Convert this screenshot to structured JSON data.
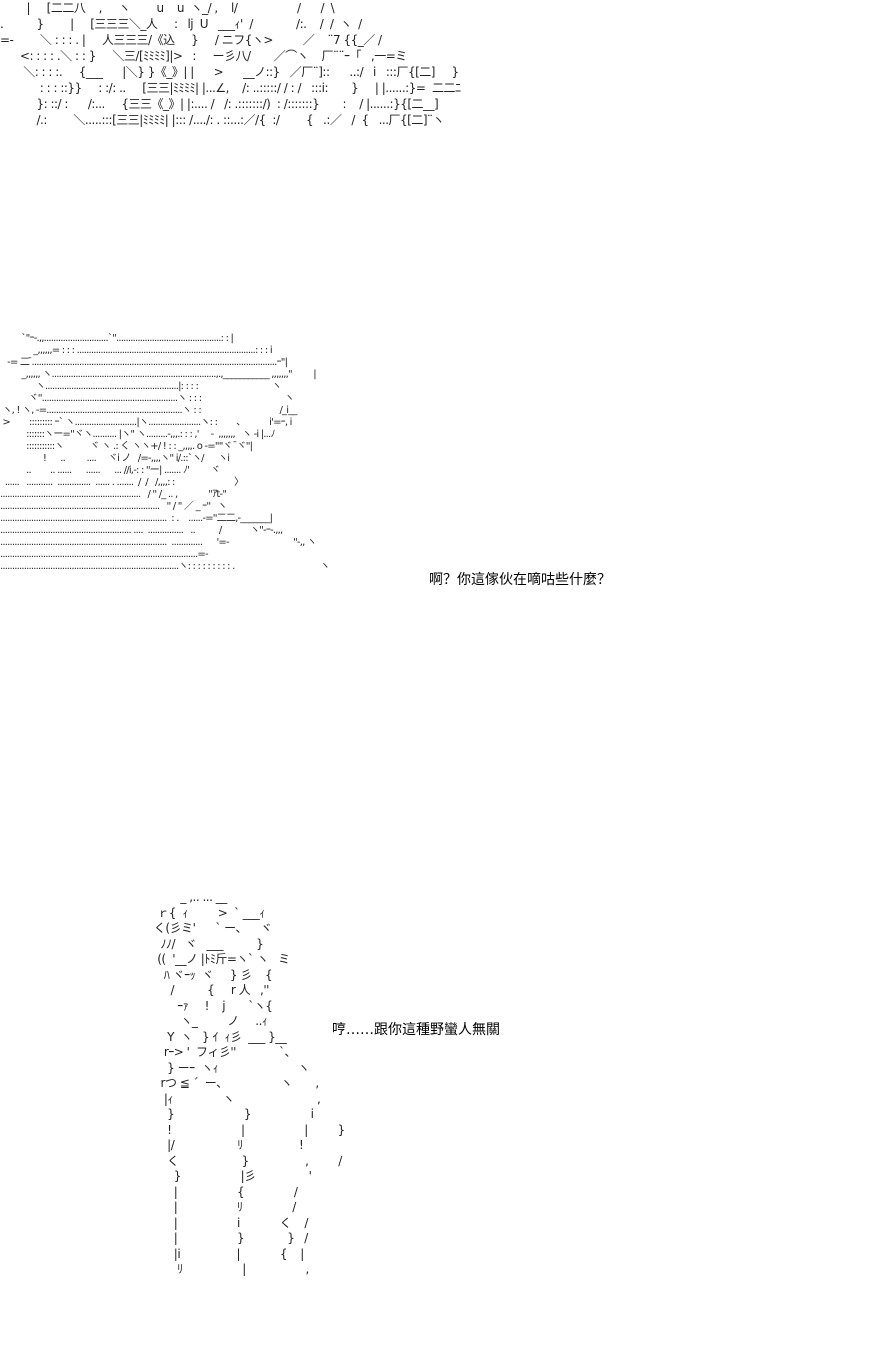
{
  "art": {
    "panel_1": [
      "        |     [二二八    ,     ヽ        u    u  ヽ_/ ,    l/                  /      /  \\",
      ".          }        |     [三三三＼_人     :   lj  U   ___ｨ'  /             /:.    /  /  ヽ  /",
      "=-        ＼ : : : . |     人三三三/《込     }     / ニフ{ヽ>         ／    ¨7 {{_／ /",
      "      <: : : : .＼ : : }     ＼三/[ﾐﾐﾐﾐ]|>   :     ー彡八/       ／⌒ヽ    厂¨¨ｰ「   ,一=ミ",
      "       ＼: : : :.     {___      |＼} }《_》| |      >      __ノ::}   ／厂¨]::      ..:/   i   :::厂{[二]     }",
      "            : : : ::}}     : :/: ..     [三三|ﾐﾐﾐﾐ| |...∠,    /: ..:::::/ / : /   :::i:       }     | |......:}=  二二ﾆ",
      "           }: ::/ :      /:...     {三三《_》| |:.... /   /: .:::::::/)  : /:::::::}       :    / |......:}{[二__]",
      "           /.:        ＼.....:::[三三|ﾐﾐﾐﾐ| |::: /..../: . ::...:／/{  :/        {   .:／   /  {   ...厂{[二]¨ヽ"
    ],
    "panel_2": [
      "         `''ｰ-.,,...........................`''............................................: : |",
      "              _,,,,,,= : : : ...........................................................................: : : i",
      "   -= 二 ̄.......................................................................................................ｰ''|",
      "         _,,,,,, ヽ.....................................................................,.,___________ ,,,,,,,''         |",
      "               ヽ........................................................|: : : :                               ヽ",
      "            ヾ''.........................................................ヽ : : :                                   ヽ",
      " ヽ, ! ヽ, -=.........................................................ヽ : :                                 /_i__",
      " >        ::::::::: ｰ` ヽ..........................|ヽ......................ヽ: :        、          i'=ｰ, i",
      "           :::::::ヽー=''ヾヽ.......... |ヽ'' ヽ.........-,,,.: : : ,'     -  ,,,,,,,   ヽ -i |...ﾉ",
      "           :::::::::::ヽ           ヾ ヽ .: く ヽヽ+/ ! : : _,,,,. o -=''''ヾ  ̄ヾ''|",
      "                  !      ..         ....     ヾi ノ   /=-,,,,ヽ'' i/.::`ヽ/      ヽi",
      "           ..        .. ......      ......      ... //i,-: : ''ー| ....... ﾉ'         ヾ",
      "  ......   ...........  ..............  ...... . .......  /  /   /,,,,: :                         〉",
      "...........................................................   / '' /_ .. ,             ''ｱt-''",
      "...................................................................   '' / '' ／ _ ｰ''   ヽ",
      "......................................................................  : .    ......-=''二二,-_______|",
      "....................................................... ....  ...............   ..          /            ヽ''-ｰ-.,,,",
      "......................................................................  .............      '=-                           ''-,, ヽ",
      "...................................................................................=-",
      "...........................................................................ヽ: : : : : : : : : .                                    ヽ"
    ],
    "panel_3": [
      "              _ ,.. ... __",
      "       ｒ{  ｨ         >  ` ___ｨ",
      "      く(彡ミ'      ` ー、    ヾ",
      "        ﾉﾉ/   ヾ   ___          }",
      "       ((  '__ノ |ﾄﾐ斤=ヽ` ヽ   ミ",
      "         ﾊ ヾｰｯ  ヾ     } 彡    {",
      "           /          {     r 人   ,''",
      "             ｰｧ     !    j       `ヽ{",
      "              ヽ_         ノ     ..ｨ",
      "          Y  ヽ   } ｲ  ｨ彡  ___ }__",
      "         rｰ> '  フィ彡''             `、",
      "          } ーｰ  ヽｨ                        ヽ",
      "        rつ ≦ ´  ー、                ヽ       ,",
      "         |ｨ               ヽ                         ,",
      "          }                     }                  i",
      "          !                     |                  |         }",
      "          |/                   ﾘ                 !",
      "          く                   }                 ,         /",
      "            }                  |彡                '",
      "            |                  {               /",
      "            |                  ﾘ               /",
      "            |                  i            く    /",
      "            |                  }             }   /",
      "            |i                 |            {    |",
      "             ﾘ                  |                  ,"
    ]
  },
  "dialogue": {
    "line_1": "啊？你這傢伙在嘀咕些什麼？",
    "line_2": "哼……跟你這種野蠻人無關"
  }
}
